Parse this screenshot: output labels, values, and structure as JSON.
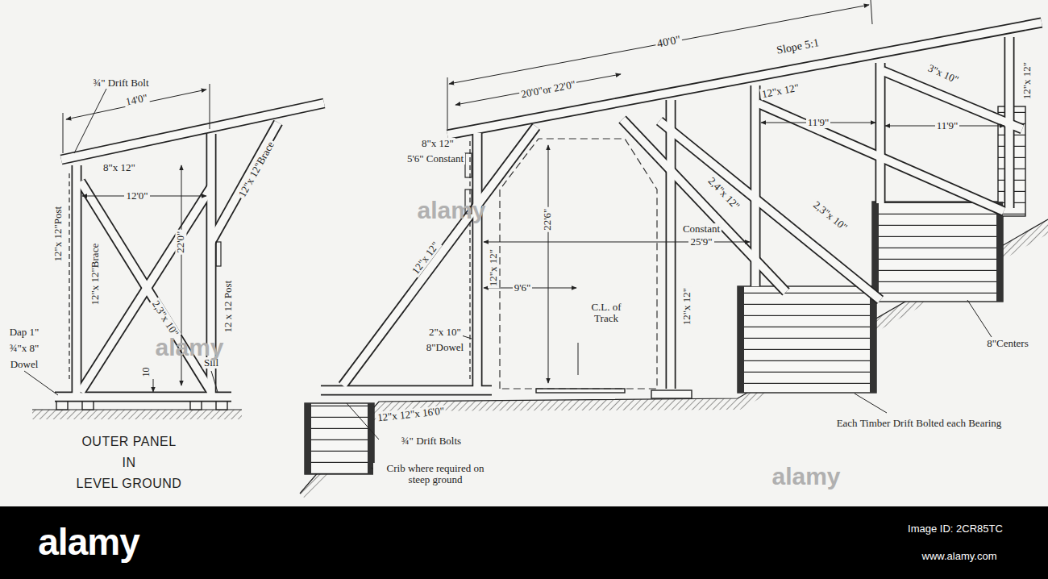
{
  "diagram": {
    "labels": [
      "¾\" Drift Bolt",
      "14'0\"",
      "8\"x 12\"",
      "12\"x 12\"Post",
      "12'0\"",
      "22'0\"",
      "12\"x 12\"Brace",
      "12\"x 12\"Brace",
      "2,3\"x 10\"",
      "12 x 12 Post",
      "10",
      "Dap 1\"",
      "¾\"x 8\"",
      "Dowel",
      "Sill",
      "OUTER PANEL",
      "IN",
      "LEVEL GROUND",
      "40'0\"",
      "Slope 5:1",
      "20'0\"or 22'0\"",
      "8\"x 12\"",
      "5'6\" Constant",
      "12\"x 12\"",
      "3\"x 10\"",
      "12\"x 12\"",
      "11'9\"",
      "11'9\"",
      "22'6\"",
      "Constant",
      "25'9\"",
      "2,4\"x 12\"",
      "2,3\"x 10\"",
      "12\"x 12\"",
      "9'6\"",
      "C.L. of Track",
      "2\"x 10\"",
      "8\"Dowel",
      "12\"x 12\"",
      "12\"x 12\"",
      "12\"x 12\"x 16'0\"",
      "¾\" Drift Bolts",
      "Crib where required on steep ground",
      "8\"Centers",
      "Each Timber Drift Bolted each Bearing",
      "alamy",
      "alamy",
      "alamy",
      "alamy",
      "Image ID: 2CR85TC",
      "www.alamy.com"
    ]
  }
}
